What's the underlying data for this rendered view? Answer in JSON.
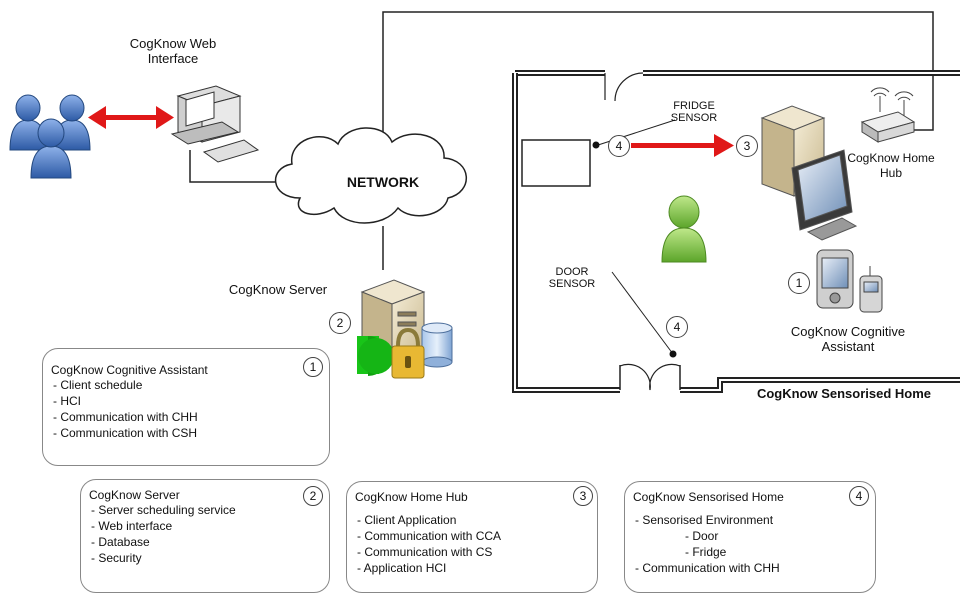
{
  "labels": {
    "web_interface": "CogKnow Web\nInterface",
    "network": "NETWORK",
    "server": "CogKnow Server",
    "fridge_sensor": "FRIDGE\nSENSOR",
    "door_sensor": "DOOR\nSENSOR",
    "home_hub": "CogKnow Home\nHub",
    "cognitive_assistant": "CogKnow Cognitive\nAssistant",
    "sensorised_home": "CogKnow Sensorised Home"
  },
  "markers": {
    "fridge_left": "4",
    "fridge_right": "3",
    "door": "4",
    "server": "2",
    "assistant": "1"
  },
  "boxes": {
    "cca": {
      "number": "1",
      "title": "CogKnow Cognitive Assistant",
      "items": [
        "- Client schedule",
        "- HCI",
        "- Communication with CHH",
        "- Communication with CSH"
      ]
    },
    "server": {
      "number": "2",
      "title": "CogKnow Server",
      "items": [
        "- Server scheduling service",
        "- Web interface",
        "- Database",
        "- Security"
      ]
    },
    "hub": {
      "number": "3",
      "title": "CogKnow Home Hub",
      "items": [
        "- Client Application",
        "- Communication with CCA",
        "- Communication with CS",
        "- Application HCI"
      ]
    },
    "home": {
      "number": "4",
      "title": "CogKnow Sensorised Home",
      "items": [
        "- Sensorised Environment",
        "- Door",
        "- Fridge",
        "- Communication with CHH"
      ]
    }
  },
  "colors": {
    "arrow": "#e01818",
    "person_blue": "#3f6fb8",
    "person_green": "#7fc23a"
  },
  "icons": [
    "users-icon",
    "computer-icon",
    "cloud-icon",
    "server-icon",
    "database-icon",
    "lock-icon",
    "fridge-icon",
    "desktop-pc-icon",
    "router-icon",
    "person-icon",
    "pda-icon",
    "phone-icon"
  ]
}
